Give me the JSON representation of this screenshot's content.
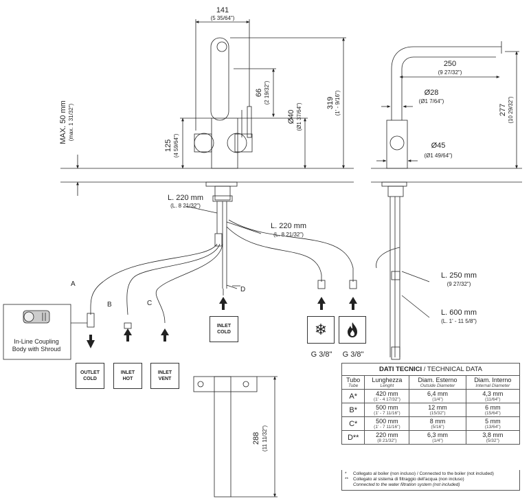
{
  "front_view": {
    "width": "141",
    "width_in": "(5 35/64\")",
    "h66": "66",
    "h66_in": "(2 19/32\")",
    "dia40": "Ø40",
    "dia40_in": "(Ø1 37/64\")",
    "h319": "319",
    "h319_in": "(1' - 9/16\")",
    "h125": "125",
    "h125_in": "(4 59/64\")",
    "max": "MAX. 50 mm",
    "max_in": "(max. 1 31/32\")",
    "l220a": "L. 220 mm",
    "l220a_in": "(L. 8 21/32\")",
    "l220b": "L. 220 mm",
    "l220b_in": "(L. 8 21/32\")"
  },
  "side_view": {
    "d250": "250",
    "d250_in": "(9 27/32\")",
    "dia28": "Ø28",
    "dia28_in": "(Ø1 7/64\")",
    "h277": "277",
    "h277_in": "(10 29/32\")",
    "dia45": "Ø45",
    "dia45_in": "(Ø1 49/64\")",
    "l250": "L. 250 mm",
    "l250_in": "(9 27/32\")",
    "l600": "L. 600 mm",
    "l600_in": "(L. 1' - 11 5/8\")"
  },
  "bottom_view": {
    "h288": "288",
    "h288_in": "(11 11/32\")"
  },
  "tubes": {
    "a": "A",
    "b": "B",
    "c": "C",
    "d": "D"
  },
  "coupling": {
    "line1": "In-Line Coupling",
    "line2": "Body with Shroud"
  },
  "labels": {
    "outlet_cold_1": "OUTLET",
    "outlet_cold_2": "COLD",
    "inlet_hot_1": "INLET",
    "inlet_hot_2": "HOT",
    "inlet_vent_1": "INLET",
    "inlet_vent_2": "VENT",
    "inlet_cold_1": "INLET",
    "inlet_cold_2": "COLD",
    "g1": "G 3/8\"",
    "g2": "G 3/8\""
  },
  "table": {
    "title_bold": "DATI TECNICI",
    "title_rest": " / TECHNICAL DATA",
    "headers": [
      {
        "it": "Tubo",
        "en": "Tube"
      },
      {
        "it": "Lunghezza",
        "en": "Lenght"
      },
      {
        "it": "Diam. Esterno",
        "en": "Outside Diameter"
      },
      {
        "it": "Diam. Interno",
        "en": "Internal Diameter"
      }
    ],
    "rows": [
      {
        "tube": "A*",
        "len": "420 mm",
        "len_in": "(1' - 4 17/32\")",
        "od": "6,4 mm",
        "od_in": "(1/4\")",
        "id": "4,3 mm",
        "id_in": "(11/64\")"
      },
      {
        "tube": "B*",
        "len": "500 mm",
        "len_in": "(1' - 7 11/16\")",
        "od": "12 mm",
        "od_in": "(15/32\")",
        "id": "6 mm",
        "id_in": "(15/64\")"
      },
      {
        "tube": "C*",
        "len": "500 mm",
        "len_in": "(1' - 7 11/16\")",
        "od": "8 mm",
        "od_in": "(5/16\")",
        "id": "5 mm",
        "id_in": "(13/64\")"
      },
      {
        "tube": "D**",
        "len": "220 mm",
        "len_in": "(8 21/32\")",
        "od": "6,3 mm",
        "od_in": "(1/4\")",
        "id": "3,8 mm",
        "id_in": "(5/32\")"
      }
    ],
    "note1_mark": "*",
    "note1": "Collegato al boiler (non incluso) / Connected to the boiler (not included)",
    "note2_mark": "**",
    "note2a": "Collegato al sistema di filtraggio dell'acqua (non incluso)",
    "note2b": "Connected to the water filtration system (not included)"
  }
}
